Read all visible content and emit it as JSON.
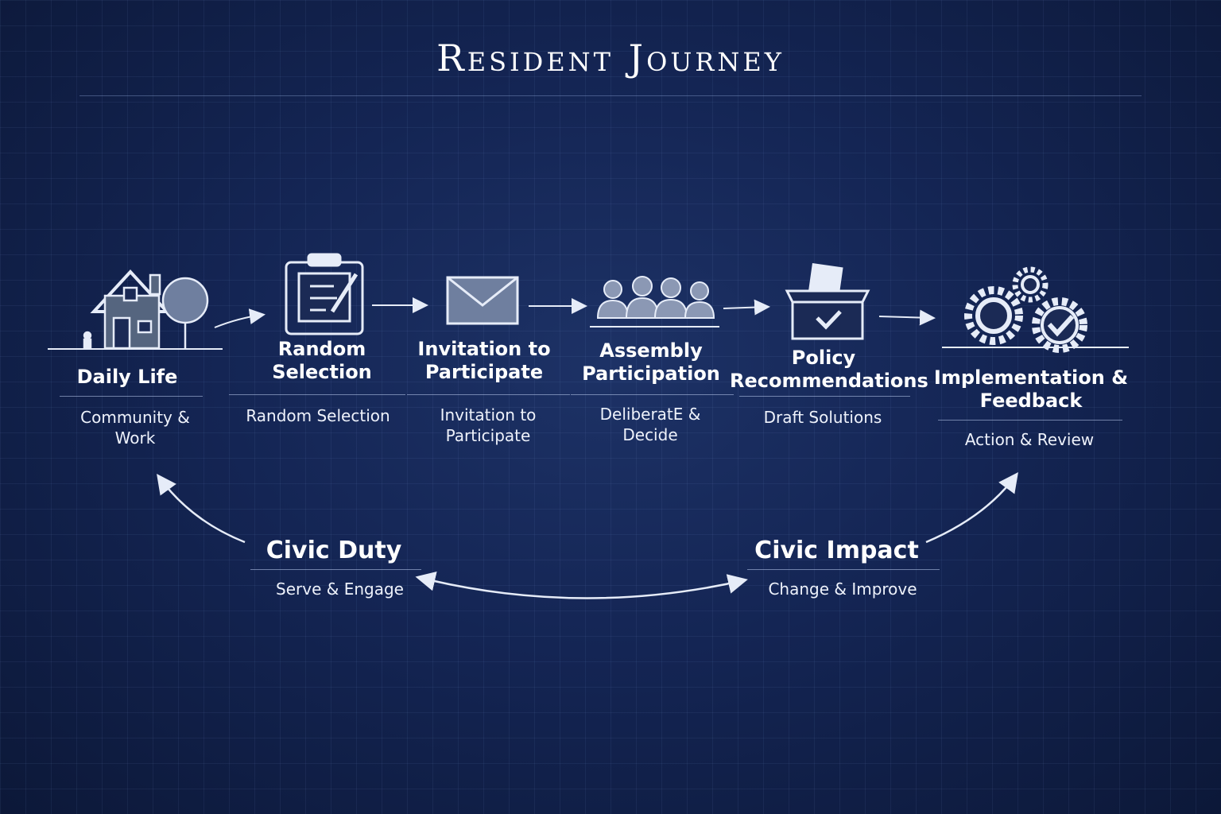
{
  "title": "Resident Journey",
  "stages": [
    {
      "heading": "Daily Life",
      "sub": "Community & Work",
      "icon": "house-icon"
    },
    {
      "heading": "Random Selection",
      "sub": "Random Selection",
      "icon": "clipboard-icon"
    },
    {
      "heading": "Invitation to Participate",
      "sub": "Invitation to Participate",
      "icon": "envelope-icon"
    },
    {
      "heading": "Assembly Participation",
      "sub": "DeliberatE & Decide",
      "icon": "people-icon"
    },
    {
      "heading": "Policy Recommendations",
      "sub": "Draft Solutions",
      "icon": "ballot-box-icon"
    },
    {
      "heading": "Implementation & Feedback",
      "sub": "Action & Review",
      "icon": "gears-icon"
    }
  ],
  "cycle": {
    "left": {
      "heading": "Civic Duty",
      "sub": "Serve & Engage"
    },
    "right": {
      "heading": "Civic Impact",
      "sub": "Change & Improve"
    }
  },
  "colors": {
    "background": "#142554",
    "accent": "#ffffff",
    "icon_fill": "#6f7f9f"
  }
}
